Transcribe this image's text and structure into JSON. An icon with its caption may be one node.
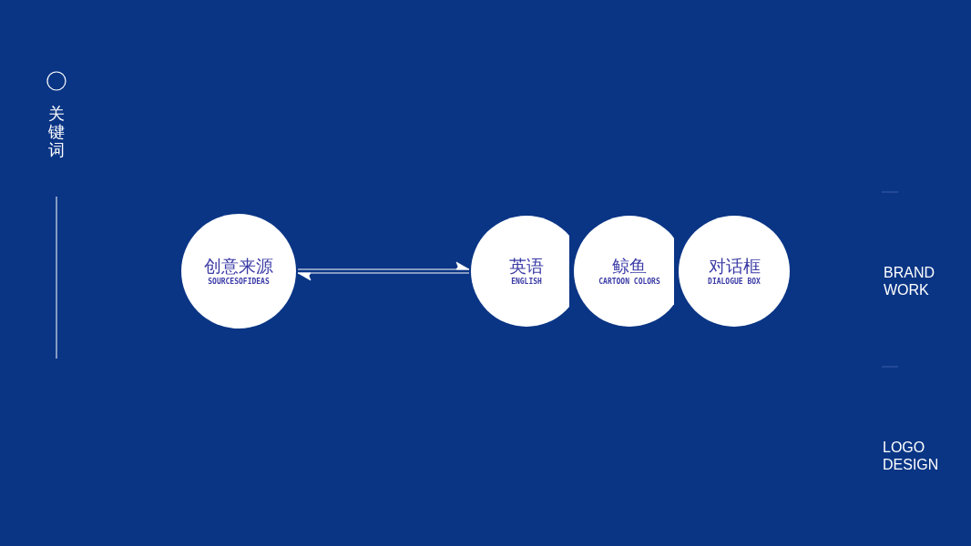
{
  "diagram": {
    "nodes": [
      {
        "text": [
          "创意来源",
          "SOURCESOFIDEAS"
        ]
      },
      {
        "text": [
          "英语",
          "ENGLISH"
        ]
      },
      {
        "text": [
          "鲸鱼",
          "CARTOON COLORS"
        ]
      },
      {
        "text": [
          "对话框",
          "DIALOGUE BOX"
        ]
      }
    ],
    "edges": [
      {
        "from": 0,
        "to": 1,
        "arrow": "to"
      },
      {
        "from": 1,
        "to": 0,
        "arrow": "to"
      }
    ],
    "labels": [
      "关键词",
      "BRAND WORK",
      "LOGO DESIGN"
    ]
  }
}
